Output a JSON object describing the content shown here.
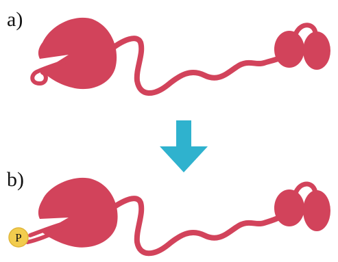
{
  "panels": [
    {
      "label": "a)"
    },
    {
      "label": "b)"
    }
  ],
  "phosphate": {
    "label": "P"
  },
  "colors": {
    "protein": "#d2435b",
    "arrow": "#2fb2ce",
    "phosphate_fill": "#f2cc4e",
    "phosphate_stroke": "#e0b63a",
    "text": "#111111"
  },
  "icons": {
    "transition_arrow": "down-arrow-icon"
  }
}
